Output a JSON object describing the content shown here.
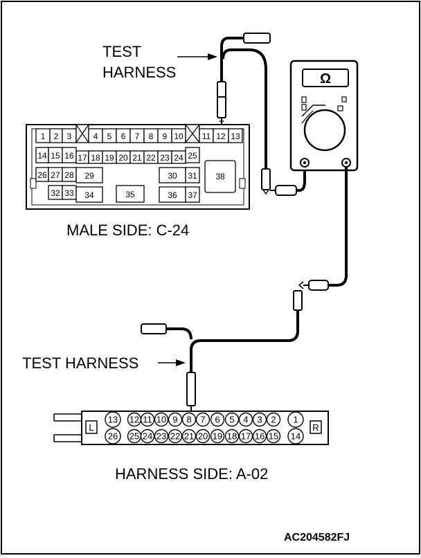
{
  "labels": {
    "test_harness_top": [
      "TEST",
      "HARNESS"
    ],
    "test_harness_bottom": "TEST HARNESS",
    "male_side": "MALE SIDE: C-24",
    "harness_side": "HARNESS SIDE: A-02",
    "figure_code": "AC204582FJ"
  },
  "meter": {
    "symbol": "Ω"
  },
  "c24": {
    "row1": [
      "1",
      "2",
      "3",
      "4",
      "5",
      "6",
      "7",
      "8",
      "9",
      "10",
      "11",
      "12",
      "13"
    ],
    "row2": [
      "14",
      "15",
      "16",
      "17",
      "18",
      "19",
      "20",
      "21",
      "22",
      "23",
      "24",
      "25"
    ],
    "left_block": [
      "26",
      "27",
      "28",
      "32",
      "33"
    ],
    "large": [
      "29",
      "30",
      "31",
      "34",
      "35",
      "36",
      "37",
      "38"
    ]
  },
  "a02": {
    "top_row": [
      "13",
      "12",
      "11",
      "10",
      "9",
      "8",
      "7",
      "6",
      "5",
      "4",
      "3",
      "2",
      "1"
    ],
    "bottom_row": [
      "26",
      "25",
      "24",
      "23",
      "22",
      "21",
      "20",
      "19",
      "18",
      "17",
      "16",
      "15",
      "14"
    ],
    "left_mark": "L",
    "right_mark": "R"
  },
  "colors": {
    "ink": "#000000",
    "paper": "#ffffff"
  }
}
